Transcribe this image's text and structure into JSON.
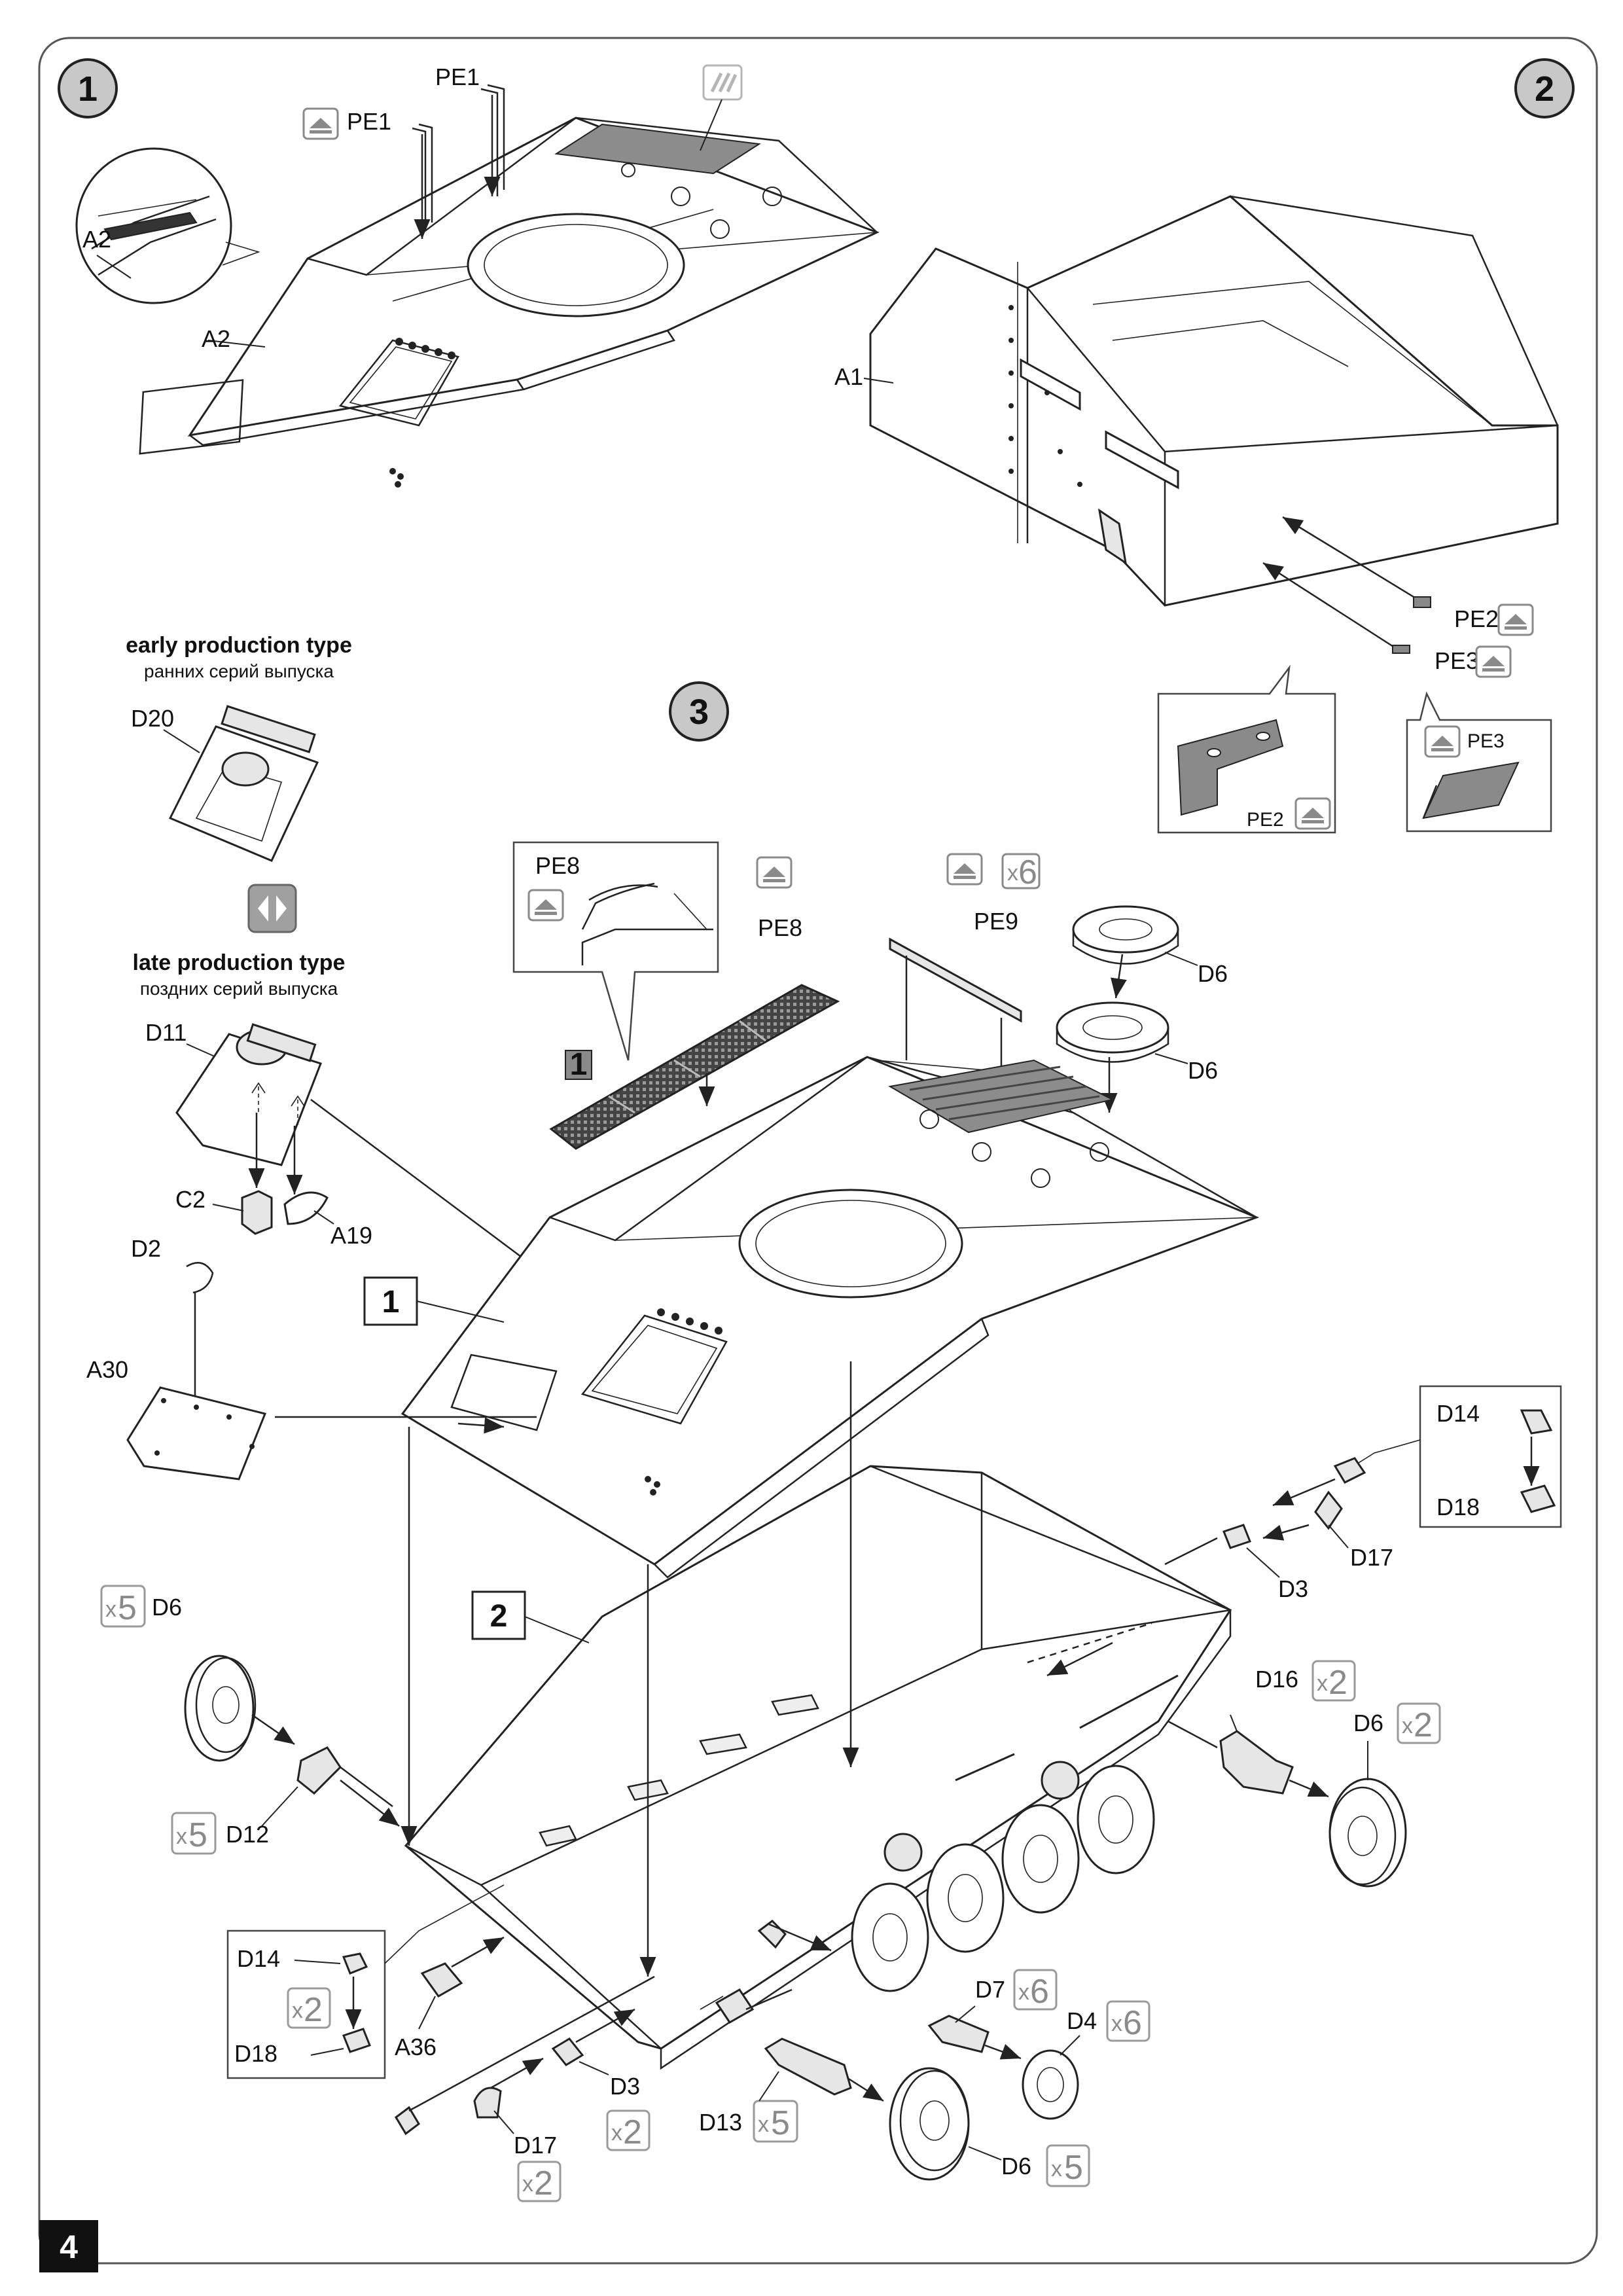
{
  "page": {
    "number": "4",
    "publisher_mark": ""
  },
  "steps": [
    {
      "id": "1"
    },
    {
      "id": "2"
    },
    {
      "id": "3"
    }
  ],
  "step1": {
    "labels": {
      "pe1_a": "PE1",
      "pe1_b": "PE1",
      "a2_main": "A2",
      "a2_detail": "A2"
    }
  },
  "step2": {
    "labels": {
      "a1": "A1",
      "pe2": "PE2",
      "pe3": "PE3",
      "pe2_detail": "PE2",
      "pe3_detail": "PE3"
    }
  },
  "variants": {
    "early_title": "early production type",
    "early_subtitle": "ранних серий выпуска",
    "early_part": "D20",
    "late_title": "late production type",
    "late_subtitle": "поздних серий выпуска",
    "late_parts": {
      "d11": "D11",
      "c2": "C2",
      "a19": "A19"
    }
  },
  "step3": {
    "sub_assembly_1": "1",
    "sub_assembly_2": "2",
    "mesh_ref": "1",
    "labels": {
      "pe8_detail": "PE8",
      "pe8": "PE8",
      "pe9": "PE9",
      "pe9_mult": "6",
      "d6_top_a": "D6",
      "d6_top_b": "D6",
      "d2": "D2",
      "a30": "A30",
      "d14_r": "D14",
      "d18_r": "D18",
      "d17_r": "D17",
      "d3_r": "D3",
      "d6_left": "D6",
      "d6_left_mult": "5",
      "d12": "D12",
      "d12_mult": "5",
      "d16": "D16",
      "d16_mult": "2",
      "d6_right": "D6",
      "d6_right_mult": "2",
      "d14_l": "D14",
      "d18_l": "D18",
      "d14_18_mult": "2",
      "a36": "A36",
      "d3_l": "D3",
      "d3_l_mult": "2",
      "d17_l": "D17",
      "d17_l_mult": "2",
      "d7": "D7",
      "d7_mult": "6",
      "d4": "D4",
      "d4_mult": "6",
      "d13": "D13",
      "d13_mult": "5",
      "d6_bottom": "D6",
      "d6_bottom_mult": "5"
    }
  },
  "icons": {
    "photo_etch": "photo-etch-icon",
    "optional": "alternative-parts-icon",
    "paint": "paint-icon"
  }
}
